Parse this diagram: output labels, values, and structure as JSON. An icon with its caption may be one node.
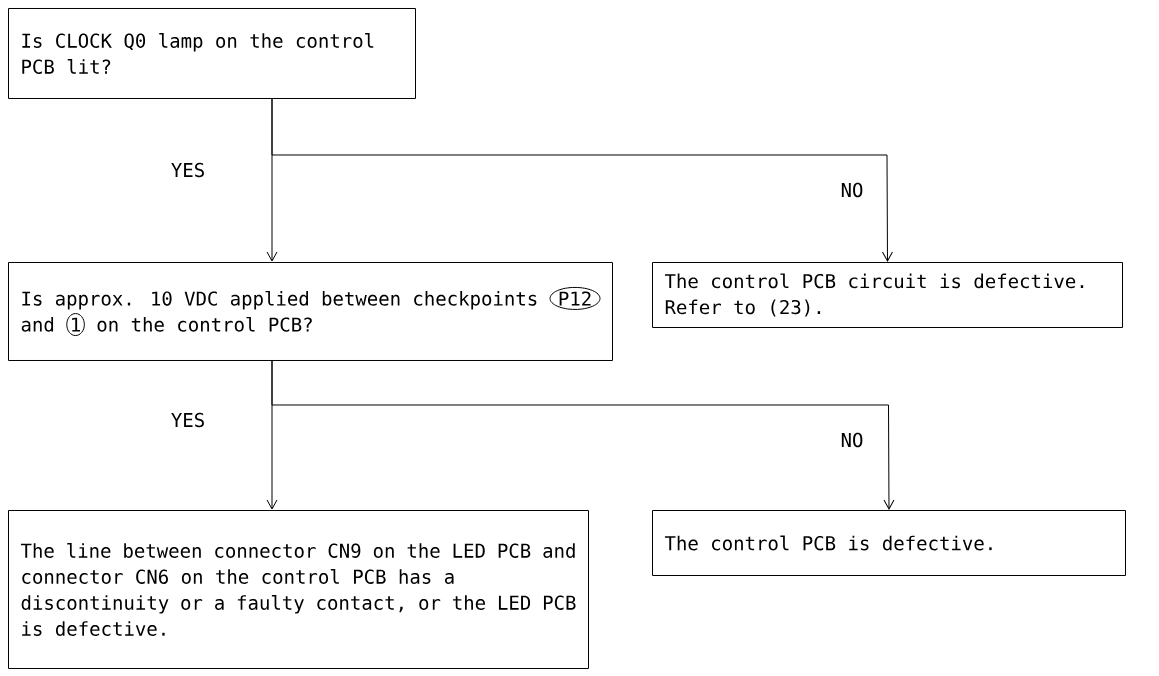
{
  "diagram": {
    "nodes": [
      {
        "text": [
          "Is CLOCK Q0 lamp on the control PCB lit?"
        ]
      },
      {
        "text": [
          "Is approx. 10 VDC applied between checkpoints",
          "P12",
          "and",
          "1",
          "on the control PCB?"
        ]
      },
      {
        "text": [
          "The control PCB circuit is defective. Refer to (23)."
        ]
      },
      {
        "text": [
          "The line between connector CN9 on the LED PCB and connector CN6 on the control PCB has a discontinuity or a faulty contact, or the LED PCB is defective."
        ]
      },
      {
        "text": [
          "The control PCB is defective."
        ]
      }
    ],
    "edges": [
      {
        "from": 0,
        "to": 1,
        "arrow": "to",
        "label": "YES"
      },
      {
        "from": 0,
        "to": 2,
        "arrow": "to",
        "label": "NO"
      },
      {
        "from": 1,
        "to": 3,
        "arrow": "to",
        "label": "YES"
      },
      {
        "from": 1,
        "to": 4,
        "arrow": "to",
        "label": "NO"
      }
    ]
  }
}
